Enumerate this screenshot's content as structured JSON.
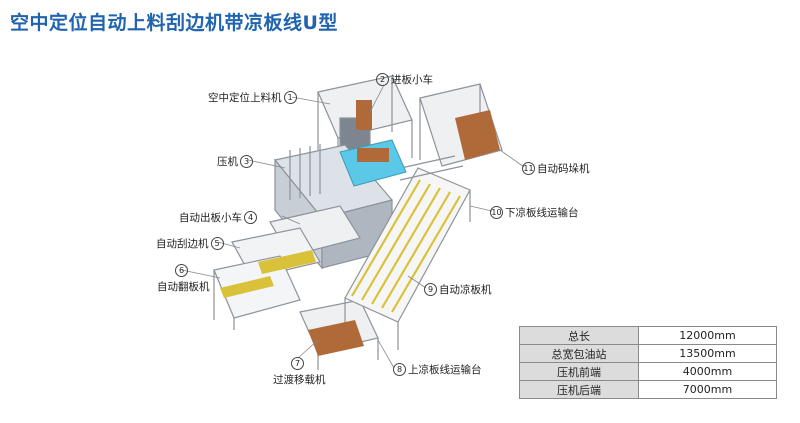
{
  "title": "空中定位自动上料刮边机带凉板线U型",
  "callouts": [
    {
      "num": "1",
      "label": "空中定位上料机"
    },
    {
      "num": "2",
      "label": "进板小车"
    },
    {
      "num": "3",
      "label": "压机"
    },
    {
      "num": "4",
      "label": "自动出板小车"
    },
    {
      "num": "5",
      "label": "自动刮边机"
    },
    {
      "num": "6",
      "label": "自动翻板机"
    },
    {
      "num": "7",
      "label": "过渡移载机"
    },
    {
      "num": "8",
      "label": "上凉板线运输台"
    },
    {
      "num": "9",
      "label": "自动凉板机"
    },
    {
      "num": "10",
      "label": "下凉板线运输台"
    },
    {
      "num": "11",
      "label": "自动码垛机"
    }
  ],
  "specs": [
    {
      "key": "总长",
      "value": "12000mm"
    },
    {
      "key": "总宽包油站",
      "value": "13500mm"
    },
    {
      "key": "压机前端",
      "value": "4000mm"
    },
    {
      "key": "压机后端",
      "value": "7000mm"
    }
  ],
  "colors": {
    "title": "#1f64ae",
    "press_blue": "#5ac8e6",
    "board_brown": "#b06a3a",
    "frame": "#9aa0a8",
    "rail_yellow": "#d9c23a"
  }
}
